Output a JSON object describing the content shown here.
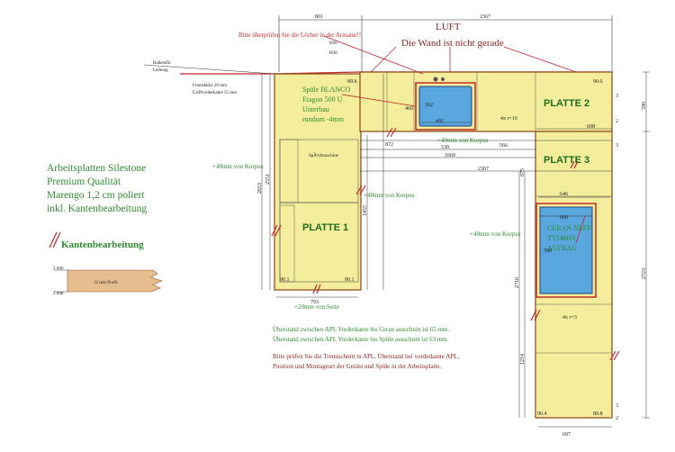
{
  "plates": {
    "p1": "PLATTE 1",
    "p2": "PLATTE 2",
    "p3": "PLATTE 3"
  },
  "legend": {
    "material1": "Arbeitsplatten Silestone",
    "material2": "Premium Qualität",
    "material3": "Marengo 1,2 cm poliert",
    "material4": "inkl. Kantenbearbeitung",
    "edge_title": "Kantenbearbeitung",
    "two_mm": "2 mm",
    "profile": "12 mm Profil"
  },
  "labels": {
    "dishwasher": "SpÃ¼lmaschine",
    "balken": "Balkenfür",
    "leibung": "Leibung",
    "front": "Frontstärke 20 mm",
    "griff": "Griffvorderkante 35 mm",
    "hole36": "Ø36",
    "hole30": "Ø30"
  },
  "sink": {
    "line1": "Spüle BLANCO",
    "line2": "Etagon 500 U",
    "line3": "Unterbau",
    "line4": "rundum -4mm"
  },
  "hob": {
    "line1": "CERAN NEFF",
    "line2": "TT5486N",
    "line3": "AUFBAU"
  },
  "offsets": {
    "left": "+40mm von Korpus",
    "mid": "+40mm von Korpus",
    "top": "+40mm von Korpus",
    "right": "+40mm von Korpus",
    "side": "+20mm von Seite"
  },
  "notes": {
    "check_holes": "Bitte überprüfen Sie die Löcher in der Armatur!!",
    "luft": "LUFT",
    "wall": "Die Wand ist nicht gerade",
    "overhang_ceran": "Überstand zwischen APL Vorderkante bis Ceran ausschnitt ist 65 mm.",
    "overhang_sink": "Überstand zwischen APL Vorderkante bis Spüle ausschnitt ist 63 mm.",
    "check1": "Bitte prüfen Sie die Trennschnitt in APL, Überstand bei vorderkante APL,",
    "check2": "Position und Montageart der Geräte und Spüle in der Arbeitsplatte."
  },
  "dims": {
    "d801": "801",
    "d2367": "2367",
    "d492": "492",
    "d362": "362",
    "d460": "460",
    "r16": "4x r=16",
    "d698": "698",
    "d530": "530",
    "d566": "566",
    "d1669": "1669",
    "d872": "872",
    "d646": "646",
    "d600": "600",
    "d506": "506",
    "r3": "4x r=3",
    "d793": "793",
    "d697": "697",
    "d901": "90.1",
    "d898": "89.8",
    "d904": "90.4",
    "d906": "90.6",
    "d3": "3",
    "d2": "2",
    "d2653": "2653",
    "d2551": "2551",
    "d1455": "1455",
    "d2716": "2716",
    "d675": "675",
    "d1214": "1214",
    "d590": "590",
    "d2723": "2723"
  }
}
